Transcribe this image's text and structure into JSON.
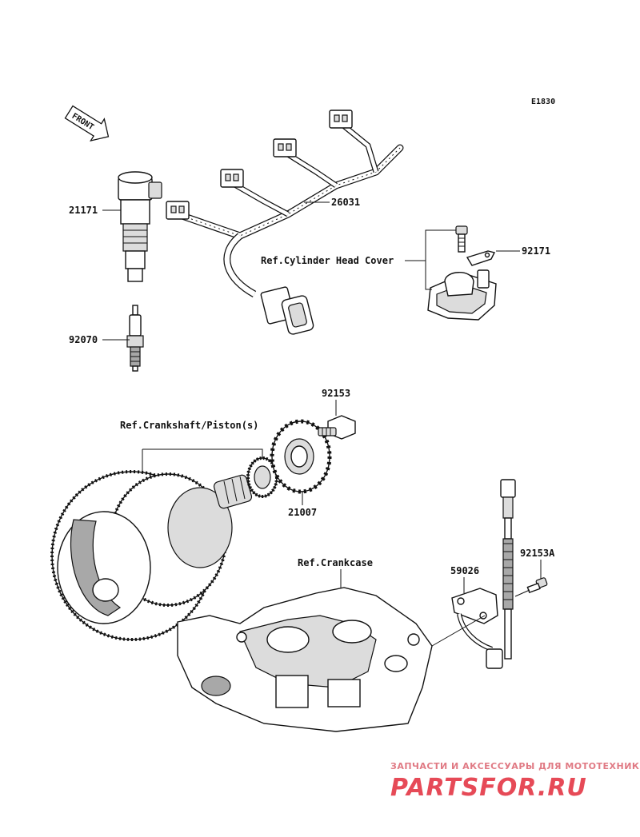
{
  "diagram_code": "E1830",
  "front_label": "FRONT",
  "parts": {
    "ignition_coil": "21171",
    "spark_plug": "92070",
    "wire_harness": "26031",
    "bolt_cover": "92171",
    "flange_bolt": "92153",
    "timing_rotor": "21007",
    "bolt_sensor": "92153A",
    "pickup_sensor": "59026"
  },
  "references": {
    "cylinder_head_cover": "Ref.Cylinder Head Cover",
    "crankshaft": "Ref.Crankshaft/Piston(s)",
    "crankcase": "Ref.Crankcase"
  },
  "watermark": {
    "tagline": "ЗАПЧАСТИ И АКСЕССУАРЫ ДЛЯ МОТОТЕХНИКИ",
    "logo": "PARTSFOR.RU"
  }
}
